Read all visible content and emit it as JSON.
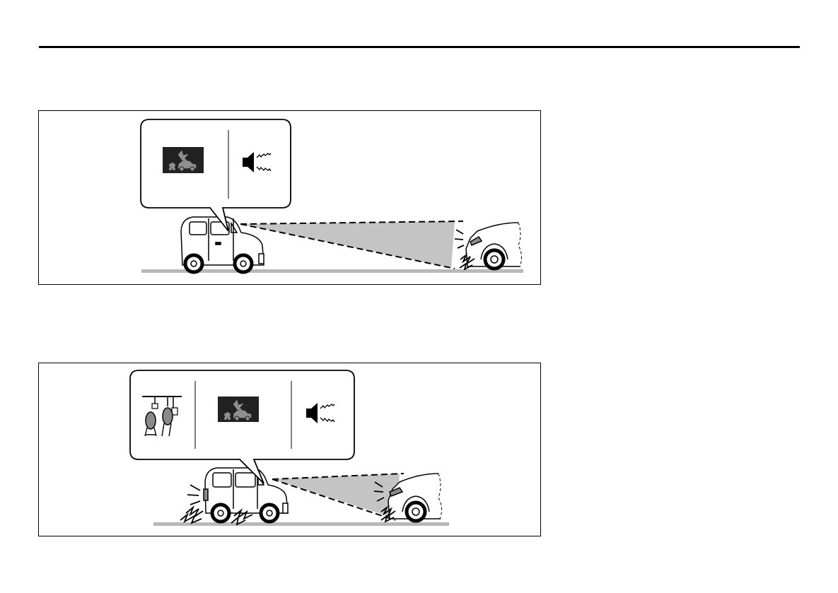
{
  "colors": {
    "ink": "#000000",
    "page": "#ffffff",
    "beam": "#c4c4c4",
    "road": "#b8b8b8",
    "warning_lamp_bg": "#222222",
    "warning_lamp_symbol": "#8f8f8f",
    "tail_lamp": "#8a8a8a"
  },
  "figures": [
    {
      "id": "first-stage-warning",
      "callout_icons": [
        "forward-collision-warning-lamp-icon",
        "buzzer-speaker-icon"
      ],
      "scene": [
        "own-vehicle-wagon",
        "sensor-beam",
        "vehicle-ahead-rear"
      ]
    },
    {
      "id": "second-stage-warning-brake",
      "callout_icons": [
        "brake-pedal-icon",
        "forward-collision-warning-lamp-icon",
        "buzzer-speaker-icon"
      ],
      "scene": [
        "own-vehicle-wagon-braking",
        "sensor-beam",
        "vehicle-ahead-rear"
      ]
    }
  ]
}
